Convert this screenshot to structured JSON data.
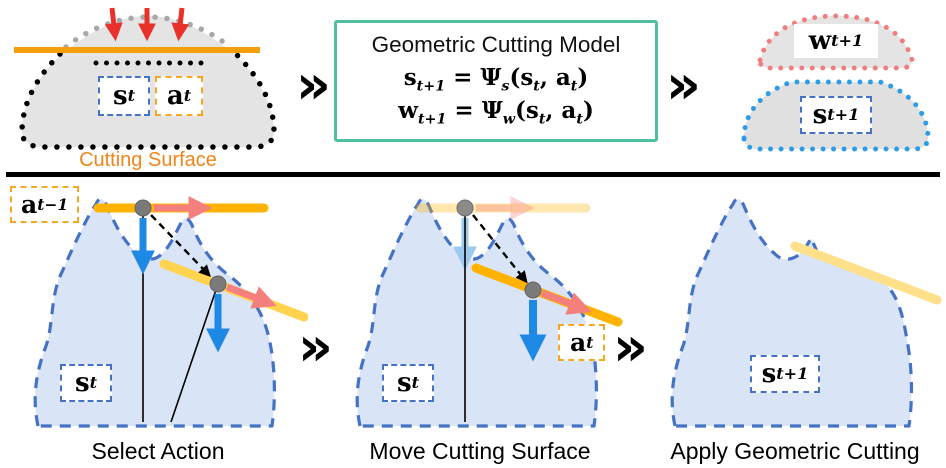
{
  "chevron": "»",
  "top": {
    "left": {
      "s_label": [
        {
          "text": "s"
        },
        {
          "sub": "t"
        }
      ],
      "a_label": [
        {
          "text": "a"
        },
        {
          "sub": "t"
        }
      ],
      "caption": "Cutting Surface"
    },
    "model": {
      "title": "Geometric Cutting Model",
      "eq1": [
        {
          "text": "s"
        },
        {
          "sub": "t+1"
        },
        {
          "text": " = Ψ"
        },
        {
          "sub": "s"
        },
        {
          "text": "(s"
        },
        {
          "sub": "t"
        },
        {
          "text": ",  a"
        },
        {
          "sub": "t"
        },
        {
          "text": ")"
        }
      ],
      "eq2": [
        {
          "text": "w"
        },
        {
          "sub": "t+1"
        },
        {
          "text": " = Ψ"
        },
        {
          "sub": "w"
        },
        {
          "text": "(s"
        },
        {
          "sub": "t"
        },
        {
          "text": ",  a"
        },
        {
          "sub": "t"
        },
        {
          "text": ")"
        }
      ]
    },
    "right": {
      "w_label": [
        {
          "text": "w"
        },
        {
          "sub": "t+1"
        }
      ],
      "s_label": [
        {
          "text": "s"
        },
        {
          "sub": "t+1"
        }
      ]
    }
  },
  "bottom": {
    "panels": [
      {
        "state_label": [
          {
            "text": "s"
          },
          {
            "sub": "t"
          }
        ],
        "action_label": [
          {
            "text": "a"
          },
          {
            "sub": "t−1"
          }
        ],
        "caption": "Select Action"
      },
      {
        "state_label": [
          {
            "text": "s"
          },
          {
            "sub": "t"
          }
        ],
        "action_label": [
          {
            "text": "a"
          },
          {
            "sub": "t"
          }
        ],
        "caption": "Move Cutting Surface"
      },
      {
        "state_label": [
          {
            "text": "s"
          },
          {
            "sub": "t+1"
          }
        ],
        "caption": "Apply Geometric Cutting"
      }
    ]
  },
  "colors": {
    "model_box_border": "#4FBFA3",
    "cutting_line_orange": "#F59E0B",
    "action_bar_amber": "#FFB300",
    "cut_bar_yellow": "#FFD34D",
    "pale_bar_yellow": "#FFE08A",
    "state_dash_blue": "#4472C4",
    "blob_fill": "#D9E4F6",
    "arrow_blue": "#1E88E5",
    "arrow_blue_faded": "#9EC9EF",
    "arrow_pink": "#F4807D",
    "arrow_red": "#E8312A",
    "w_dots_pink": "#F07E7E",
    "s_dots_blue": "#2E9BE6",
    "caption_orange": "#F08519"
  }
}
